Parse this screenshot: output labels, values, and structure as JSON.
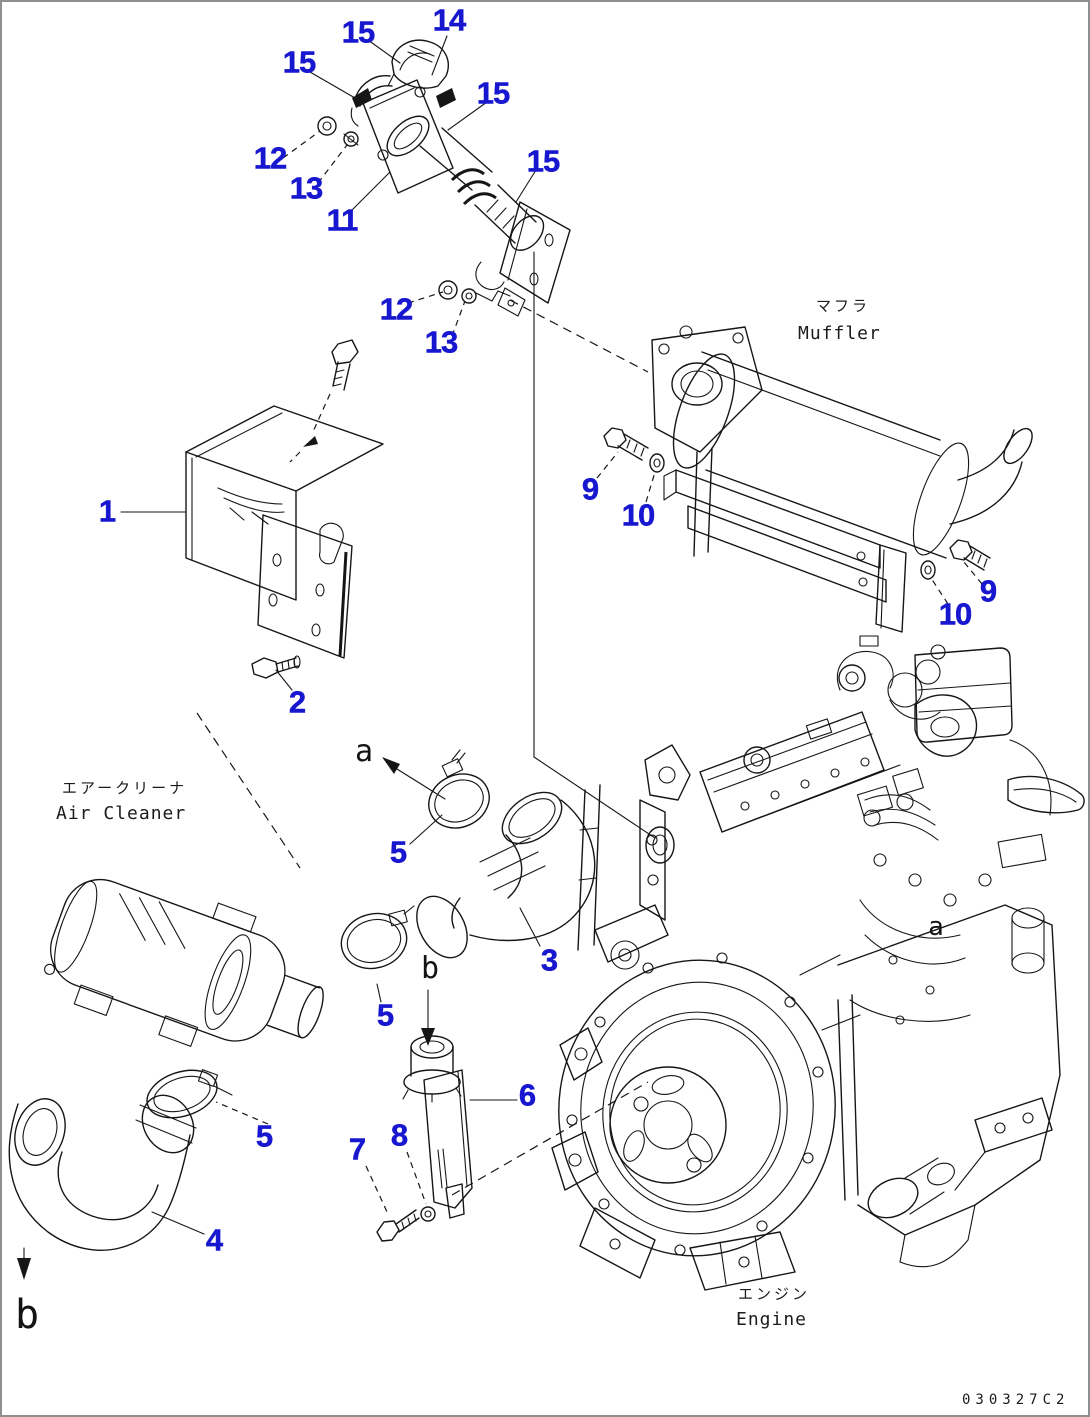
{
  "figure": {
    "background_color": "#ffffff",
    "line_color": "#161616",
    "callout_color": "#1717CF",
    "border_color": "#8f8f8f",
    "drawing_number": "030327C2"
  },
  "labels": {
    "muffler_jp": "マフラ",
    "muffler_en": "Muffler",
    "air_cleaner_jp": "エアークリーナ",
    "air_cleaner_en": "Air Cleaner",
    "engine_jp": "エンジン",
    "engine_en": "Engine"
  },
  "callouts": [
    "15",
    "14",
    "15",
    "15",
    "12",
    "13",
    "11",
    "15",
    "12",
    "13",
    "9",
    "10",
    "9",
    "10",
    "1",
    "2",
    "5",
    "3",
    "5",
    "6",
    "7",
    "8",
    "5",
    "4"
  ],
  "view_markers": [
    "a",
    "b",
    "b",
    "a"
  ]
}
